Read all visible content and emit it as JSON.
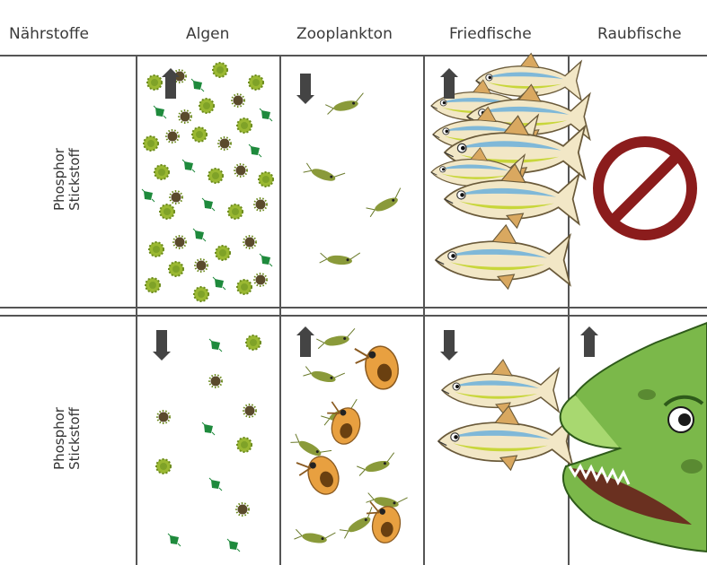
{
  "headers": {
    "c1": "Nährstoffe",
    "c2": "Algen",
    "c3": "Zooplankton",
    "c4": "Friedfische",
    "c5": "Raubfische"
  },
  "rows": [
    {
      "label_line1": "Phosphor",
      "label_line2": "Stickstoff",
      "arrows": {
        "algen": "up",
        "zooplankton": "down",
        "friedfische": "up",
        "raubfische": "none"
      }
    },
    {
      "label_line1": "Phosphor",
      "label_line2": "Stickstoff",
      "arrows": {
        "algen": "down",
        "zooplankton": "up",
        "friedfische": "down",
        "raubfische": "up"
      }
    }
  ],
  "colors": {
    "grid": "#555555",
    "arrow": "#444444",
    "algae_dark": "#6b8a1c",
    "algae_light": "#9ab832",
    "algae_green": "#1e8a3c",
    "fish_body": "#f2e7c6",
    "fish_stripe_blue": "#7fb8d8",
    "fish_stripe_green": "#c8d63a",
    "fin": "#d9a860",
    "prohibited": "#8b1c1c",
    "pike": "#7bb84a"
  },
  "icons": [
    "arrow-up-icon",
    "arrow-down-icon",
    "prohibited-icon",
    "algae-icon",
    "zooplankton-icon",
    "daphnia-icon",
    "fish-icon",
    "pike-icon"
  ]
}
